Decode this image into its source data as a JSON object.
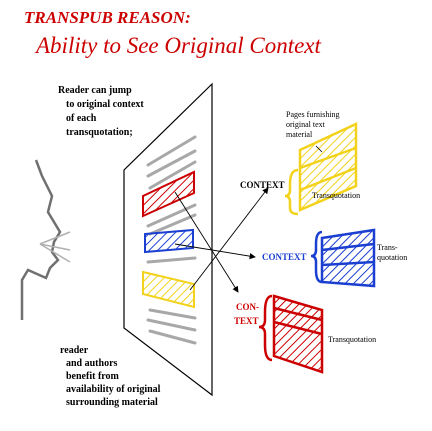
{
  "title": {
    "line1": "TRANSPUB REASON:",
    "line2": "Ability to See Original Context"
  },
  "notes": {
    "jump": [
      "Reader can jump",
      "to original context",
      "of each",
      "transquotation;"
    ],
    "benefit": [
      "reader",
      "and authors",
      "benefit from",
      "availability of original",
      "surrounding material"
    ],
    "pages": [
      "Pages furnishing",
      "original text",
      "material"
    ]
  },
  "context_labels": {
    "top": "CONTEXT",
    "middle": "CONTEXT",
    "bottom_line1": "CON-",
    "bottom_line2": "TEXT"
  },
  "doc_labels": {
    "top": "Transquotation",
    "middle_line1": "Trans-",
    "middle_line2": "quotation",
    "bottom": "Transquotation"
  },
  "colors": {
    "title": "#cc0000",
    "red": "#cc0000",
    "blue": "#1a3fd1",
    "yellow": "#f2d21a",
    "context_blue": "#1a3fd1",
    "context_red": "#cc0000"
  }
}
